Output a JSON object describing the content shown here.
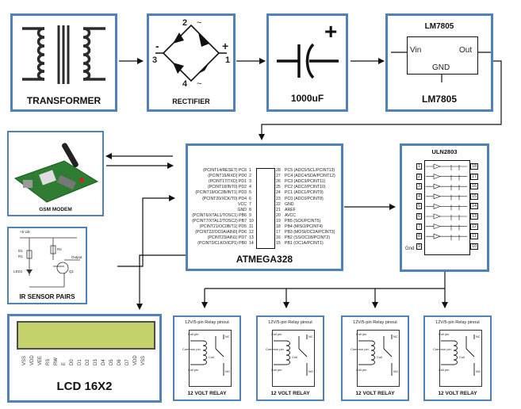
{
  "blocks": {
    "transformer": "TRANSFORMER",
    "rectifier": "RECTIFIER",
    "rectifier_pins": [
      "2",
      "~",
      "-",
      "+",
      "3",
      "1",
      "4",
      "~"
    ],
    "capacitor": "1000uF",
    "capacitor_sign": "+",
    "regulator": {
      "name": "LM7805",
      "label": "LM7805",
      "vin": "Vin",
      "out": "Out",
      "gnd": "GND"
    },
    "gsm": "GSM MODEM",
    "ir": "IR SENSOR PAIRS",
    "ir_details": [
      "+5 vdc",
      "D1",
      "R1",
      "R2",
      "LED1",
      "Q1",
      "Output"
    ],
    "mcu": "ATMEGA328",
    "driver": "ULN2803",
    "driver_gnd": "Gnd",
    "lcd": "LCD 16X2",
    "lcd_pins": [
      "VSS",
      "VDD",
      "VEE",
      "RS",
      "RW",
      "E",
      "D0",
      "D1",
      "D2",
      "D3",
      "D4",
      "D5",
      "D6",
      "D7",
      "VDD",
      "VSS"
    ]
  },
  "mcu_pins_left": [
    {
      "name": "(PCINT14/RESET) PC6",
      "num": "1"
    },
    {
      "name": "(PCINT16/RXD) PD0",
      "num": "2"
    },
    {
      "name": "(PCINT17/TXD) PD1",
      "num": "3"
    },
    {
      "name": "(PCINT18/INT0) PD2",
      "num": "4"
    },
    {
      "name": "(PCINT19/OC2B/INT1) PD3",
      "num": "5"
    },
    {
      "name": "(PCINT20/XCK/T0) PD4",
      "num": "6"
    },
    {
      "name": "VCC",
      "num": "7"
    },
    {
      "name": "GND",
      "num": "8"
    },
    {
      "name": "(PCINT6/XTAL1/TOSC1) PB6",
      "num": "9"
    },
    {
      "name": "(PCINT7/XTAL2/TOSC2) PB7",
      "num": "10"
    },
    {
      "name": "(PCINT21/OC0B/T1) PD5",
      "num": "11"
    },
    {
      "name": "(PCINT22/OC0A/AIN0) PD6",
      "num": "12"
    },
    {
      "name": "(PCINT23/AIN1) PD7",
      "num": "13"
    },
    {
      "name": "(PCINT0/CLKO/ICP1) PB0",
      "num": "14"
    }
  ],
  "mcu_pins_right": [
    {
      "name": "PC5 (ADC5/SCL/PCINT13)",
      "num": "28"
    },
    {
      "name": "PC4 (ADC4/SDA/PCINT12)",
      "num": "27"
    },
    {
      "name": "PC3 (ADC3/PCINT11)",
      "num": "26"
    },
    {
      "name": "PC2 (ADC2/PCINT10)",
      "num": "25"
    },
    {
      "name": "PC1 (ADC1/PCINT9)",
      "num": "24"
    },
    {
      "name": "PC0 (ADC0/PCINT8)",
      "num": "23"
    },
    {
      "name": "GND",
      "num": "22"
    },
    {
      "name": "AREF",
      "num": "21"
    },
    {
      "name": "AVCC",
      "num": "20"
    },
    {
      "name": "PB5 (SCK/PCINT5)",
      "num": "19"
    },
    {
      "name": "PB4 (MISO/PCINT4)",
      "num": "18"
    },
    {
      "name": "PB3 (MOSI/OC2A/PCINT3)",
      "num": "17"
    },
    {
      "name": "PB2 (SS/OC1B/PCINT2)",
      "num": "16"
    },
    {
      "name": "PB1 (OC1A/PCINT1)",
      "num": "15"
    }
  ],
  "driver_pins_left": [
    "1",
    "2",
    "3",
    "4",
    "5",
    "6",
    "7",
    "8",
    "9"
  ],
  "driver_pins_right": [
    "18",
    "17",
    "16",
    "15",
    "14",
    "13",
    "12",
    "11",
    "10"
  ],
  "relays": [
    {
      "title": "12V/5-pin Relay pinout",
      "label": "12 VOLT RELAY",
      "pins": [
        "Coil pin",
        "Common pin",
        "Coil pin",
        "NC",
        "Coil",
        "NO"
      ]
    },
    {
      "title": "12V/5-pin Relay pinout",
      "label": "12 VOLT RELAY",
      "pins": [
        "Coil pin",
        "Common pin",
        "Coil pin",
        "NC",
        "Coil",
        "NO"
      ]
    },
    {
      "title": "12V/5-pin Relay pinout",
      "label": "12 VOLT RELAY",
      "pins": [
        "Coil pin",
        "Common pin",
        "Coil pin",
        "NC",
        "Coil",
        "NO"
      ]
    },
    {
      "title": "12V/5-pin Relay pinout",
      "label": "12 VOLT RELAY",
      "pins": [
        "Coil pin",
        "Common pin",
        "Coil pin",
        "NC",
        "Coil",
        "NO"
      ]
    }
  ]
}
